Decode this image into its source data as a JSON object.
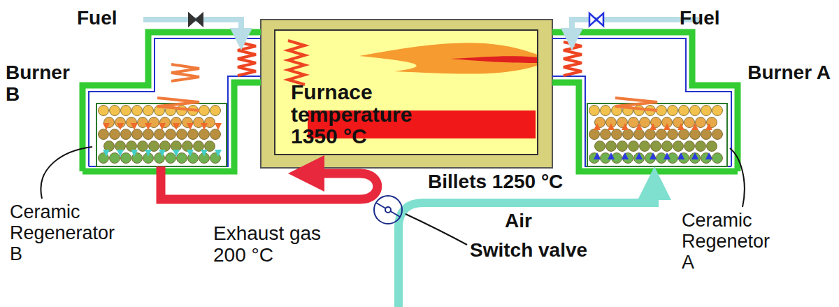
{
  "diagram": {
    "nodes": [
      {
        "text": [
          "Furnace temperature 1350 °C"
        ]
      }
    ],
    "labels": [
      "Fuel",
      "Fuel",
      "Burner B",
      "Burner A",
      "Ceramic Regenerator B",
      "Exhaust gas 200 °C",
      "Billets 1250 °C",
      "Air",
      "Switch valve",
      "Ceramic Regenetor A"
    ]
  }
}
